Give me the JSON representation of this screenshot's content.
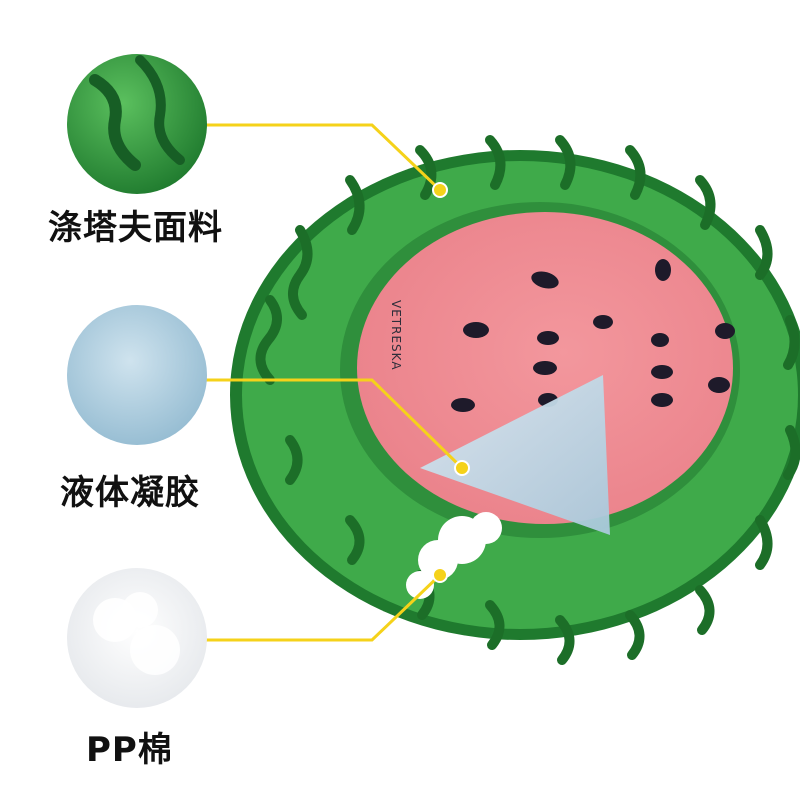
{
  "labels": {
    "fabric": "涤塔夫面料",
    "gel": "液体凝胶",
    "cotton": "PP棉"
  },
  "brand_text": "VETRESKA",
  "colors": {
    "callout_line": "#F5D21A",
    "rind_dark": "#1F7A2E",
    "rind_light": "#3FAA4A",
    "flesh_pink": "#F08A91",
    "gel_blue": "#BFD8E6",
    "seed": "#1E1A2A"
  }
}
